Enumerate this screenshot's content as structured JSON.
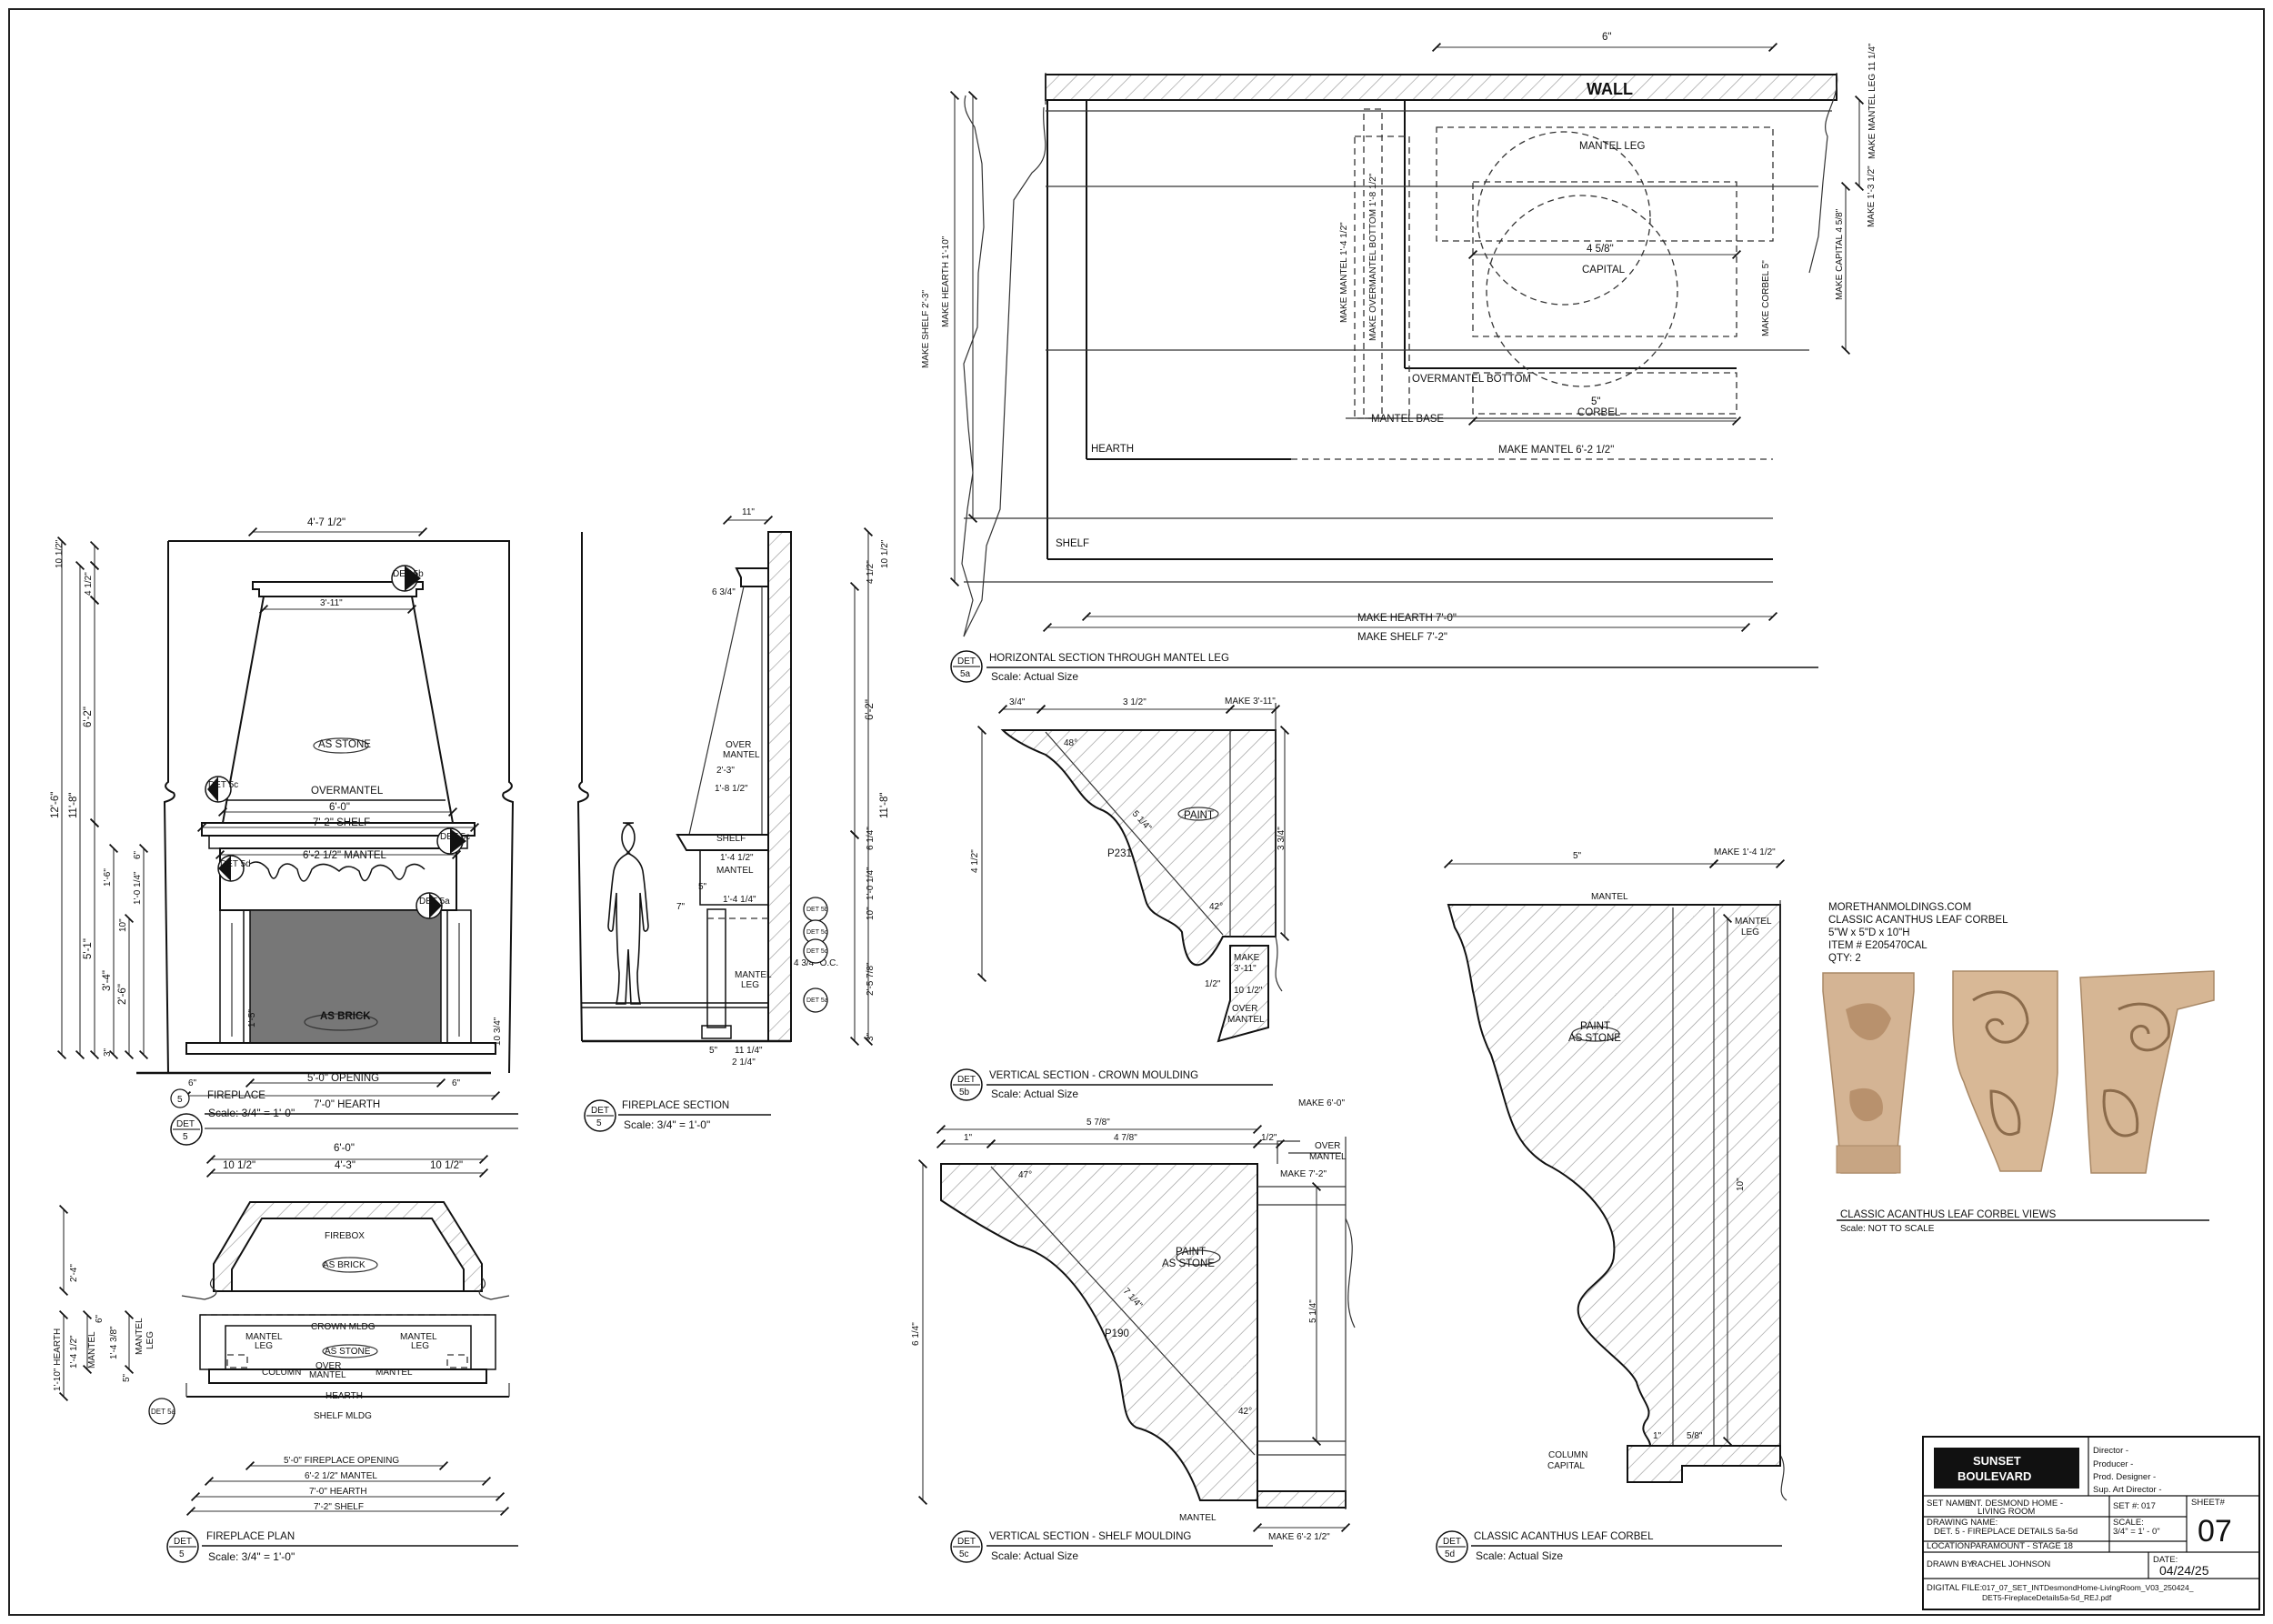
{
  "views": {
    "det5_elev": {
      "tag_top": "DET",
      "tag_num": "5",
      "title": "FIREPLACE",
      "scale": "Scale: 3/4\" = 1'-0\"",
      "det_ref": "5"
    },
    "det5_sec": {
      "tag_top": "DET",
      "tag_num": "5",
      "title": "FIREPLACE SECTION",
      "scale": "Scale: 3/4\" = 1'-0\""
    },
    "det5_plan": {
      "tag_top": "DET",
      "tag_num": "5",
      "title": "FIREPLACE PLAN",
      "scale": "Scale: 3/4\" = 1'-0\""
    },
    "det5a": {
      "tag_top": "DET",
      "tag_num": "5a",
      "title": "HORIZONTAL SECTION THROUGH MANTEL LEG",
      "scale": "Scale: Actual Size"
    },
    "det5b": {
      "tag_top": "DET",
      "tag_num": "5b",
      "title": "VERTICAL SECTION - CROWN MOULDING",
      "scale": "Scale: Actual Size"
    },
    "det5c": {
      "tag_top": "DET",
      "tag_num": "5c",
      "title": "VERTICAL SECTION - SHELF MOULDING",
      "scale": "Scale: Actual Size"
    },
    "det5d": {
      "tag_top": "DET",
      "tag_num": "5d",
      "title": "CLASSIC ACANTHUS LEAF CORBEL",
      "scale": "Scale: Actual Size"
    }
  },
  "elevation": {
    "dims": {
      "top_width": "4'-7 1/2\"",
      "crown_width": "3'-11\"",
      "overmantel_width": "6'-0\"",
      "opening": "5'-0\" OPENING",
      "hearth": "7'-0\" HEARTH",
      "side_6a": "6\"",
      "side_6b": "6\"",
      "h_total": "12'-6\"",
      "h_11_8": "11'-8\"",
      "h_10_half": "10 1/2\"",
      "h_4_half": "4 1/2\"",
      "h_6_2": "6'-2\"",
      "h_5_1": "5'-1\"",
      "h_3_4": "3'-4\"",
      "h_2_6": "2'-6\"",
      "h_10": "10\"",
      "h_1_0": "1'-0 1/4\"",
      "h_1_6": "1'-6\"",
      "h_6": "6\"",
      "h_3": "3\"",
      "h_1_5": "1'-5\"",
      "h_10_3q": "10 3/4\""
    },
    "labels": {
      "as_stone": "AS STONE",
      "overmantel": "OVERMANTEL",
      "shelf": "7'-2\" SHELF",
      "mantel": "6'-2 1/2\" MANTEL",
      "as_brick": "AS BRICK",
      "fireplace": "FIREPLACE"
    },
    "tags": [
      "DET 5b",
      "DET 5c",
      "DET 5c",
      "DET 5d",
      "DET 5a"
    ]
  },
  "section": {
    "dims": {
      "top_11": "11\"",
      "d_6_3q": "6 3/4\"",
      "d_2_3": "2'-3\"",
      "d_1_8": "1'-8 1/2\"",
      "d_1_4": "1'-4 1/2\"",
      "d_1_4b": "1'-4 1/4\"",
      "d_5": "5\"",
      "d_7": "7\"",
      "d_5b": "5\"",
      "d_11": "11 1/4\"",
      "d_2": "2 1/4\"",
      "oc": "4 3/4\" O.C.",
      "r_10": "10 1/2\"",
      "r_4": "4 1/2\"",
      "r_6_2": "6'-2\"",
      "r_11_8": "11'-8\"",
      "r_6_1": "6 1/4\"",
      "r_10b": "10\"",
      "r_1_0": "1'-0 1/4\"",
      "r_2_5": "2'-5 7/8\"",
      "r_3": "3\""
    },
    "labels": {
      "overmantel": [
        "OVER",
        "MANTEL"
      ],
      "shelf": "SHELF",
      "mantel": "MANTEL",
      "mantel_leg": [
        "MANTEL",
        "LEG"
      ]
    },
    "tags": [
      "DET 5b",
      "DET 5c",
      "DET 5d",
      "DET 5a"
    ]
  },
  "plan": {
    "dims": {
      "top": "6'-0\"",
      "l": "10 1/2\"",
      "m": "4'-3\"",
      "r": "10 1/2\"",
      "opening": "5'-0\" FIREPLACE OPENING",
      "mantel": "6'-2 1/2\" MANTEL",
      "hearth": "7'-0\" HEARTH",
      "shelf": "7'-2\" SHELF",
      "h_2_4": "2'-4\"",
      "h_1_10": "1'-10\" HEARTH",
      "h_1_4": "1'-4 1/2\"",
      "h_6": "6\"",
      "h_1_4b": "1'-4 3/8\"",
      "h_5": "5\""
    },
    "labels": {
      "firebox": "FIREBOX",
      "as_brick": "AS BRICK",
      "crown_mldg": "CROWN MLDG",
      "mantel_leg_l": [
        "MANTEL",
        "LEG"
      ],
      "mantel_leg_r": [
        "MANTEL",
        "LEG"
      ],
      "as_stone": "AS STONE",
      "column": "COLUMN",
      "over_mantel": [
        "OVER",
        "MANTEL"
      ],
      "mantel": "MANTEL",
      "hearth": "HEARTH",
      "shelf_mldg": "SHELF MLDG",
      "mantel_v": "MANTEL",
      "mantel_leg_v": [
        "MANTEL",
        "LEG"
      ]
    },
    "tag": "DET 5a"
  },
  "det5a_drawing": {
    "labels": {
      "wall": "WALL",
      "mantel_leg": "MANTEL LEG",
      "capital": "CAPITAL",
      "capital_dim": "4 5/8\"",
      "overmantel_bottom": "OVERMANTEL BOTTOM",
      "corbel": "CORBEL",
      "corbel_dim": "5\"",
      "mantel_base": "MANTEL BASE",
      "hearth": "HEARTH",
      "shelf": "SHELF",
      "make_mantel": "MAKE MANTEL 6'-2 1/2\"",
      "make_hearth": "MAKE HEARTH 7'-0\"",
      "make_shelf": "MAKE SHELF 7'-2\"",
      "top_dim": "6\""
    },
    "vlabels": {
      "make_shelf": "MAKE SHELF 2'-3\"",
      "make_hearth": "MAKE HEARTH 1'-10\"",
      "make_mantel": "MAKE MANTEL 1'-4 1/2\"",
      "make_overmantel": "MAKE OVERMANTEL BOTTOM 1'-8 1/2\"",
      "make_corbel": "MAKE CORBEL 5\"",
      "make_mantel_leg": "MAKE MANTEL LEG 11 1/4\"",
      "make_capital": "MAKE CAPITAL 4 5/8\"",
      "make_1_3": "MAKE 1'-3 1/2\""
    }
  },
  "det5b_drawing": {
    "labels": {
      "d1": "3/4\"",
      "d2": "3 1/2\"",
      "make": "MAKE 3'-11\"",
      "a48": "48°",
      "len": "5 1/4\"",
      "paint": "PAINT",
      "profile": "P231",
      "h": "4 1/2\"",
      "r": "3 3/4\"",
      "a42": "42°",
      "make2": [
        "MAKE",
        "3'-11\""
      ],
      "b1": "1/2\"",
      "b2": "10 1/2\"",
      "over_mantel": [
        "OVER",
        "MANTEL"
      ]
    }
  },
  "det5c_drawing": {
    "labels": {
      "d1": "5 7/8\"",
      "d2": "1\"",
      "d3": "4 7/8\"",
      "d4": "1/2\"",
      "make6": "MAKE 6'-0\"",
      "over_mantel": [
        "OVER",
        "MANTEL"
      ],
      "a47": "47°",
      "make72": "MAKE 7'-2\"",
      "paint": [
        "PAINT",
        "AS STONE"
      ],
      "len": "7 1/4\"",
      "profile": "P190",
      "h": "6 1/4\"",
      "r": "5 1/4\"",
      "a42": "42°",
      "mantel": "MANTEL",
      "make62": "MAKE 6'-2 1/2\""
    }
  },
  "det5d_drawing": {
    "labels": {
      "w": "5\"",
      "make": "MAKE 1'-4 1/2\"",
      "mantel": "MANTEL",
      "mantel_leg": [
        "MANTEL",
        "LEG"
      ],
      "paint": [
        "PAINT",
        "AS STONE"
      ],
      "h": "10\"",
      "column_capital": [
        "COLUMN",
        "CAPITAL"
      ],
      "d1": "1\"",
      "d2": "5/8\""
    }
  },
  "corbel_ref": {
    "lines": [
      "MORETHANMOLDINGS.COM",
      "CLASSIC ACANTHUS LEAF CORBEL",
      "5\"W x 5\"D x 10\"H",
      "ITEM # E205470CAL",
      "QTY: 2"
    ],
    "caption": "CLASSIC ACANTHUS LEAF CORBEL VIEWS",
    "caption_scale": "Scale: NOT TO SCALE"
  },
  "title_block": {
    "logo_line1": "SUNSET",
    "logo_line2": "BOULEVARD",
    "roles": [
      "Director -",
      "Producer -",
      "Prod. Designer -",
      "Sup. Art Director -"
    ],
    "set_name_label": "SET NAME:",
    "set_name": [
      "INT. DESMOND HOME -",
      "LIVING ROOM"
    ],
    "set_num_label": "SET #:",
    "set_num": "017",
    "sheet_label": "SHEET#",
    "sheet": "07",
    "drawing_name_label": "DRAWING NAME:",
    "drawing_name": "DET. 5 - FIREPLACE DETAILS 5a-5d",
    "scale_label": "SCALE:",
    "scale": "3/4\" = 1' - 0\"",
    "location_label": "LOCATION:",
    "location": "PARAMOUNT - STAGE 18",
    "drawn_by_label": "DRAWN BY:",
    "drawn_by": "RACHEL JOHNSON",
    "date_label": "DATE:",
    "date": "04/24/25",
    "digital_file_label": "DIGITAL FILE:",
    "digital_file": [
      "017_07_SET_INTDesmondHome-LivingRoom_V03_250424_",
      "DET5-FireplaceDetails5a-5d_REJ.pdf"
    ]
  }
}
